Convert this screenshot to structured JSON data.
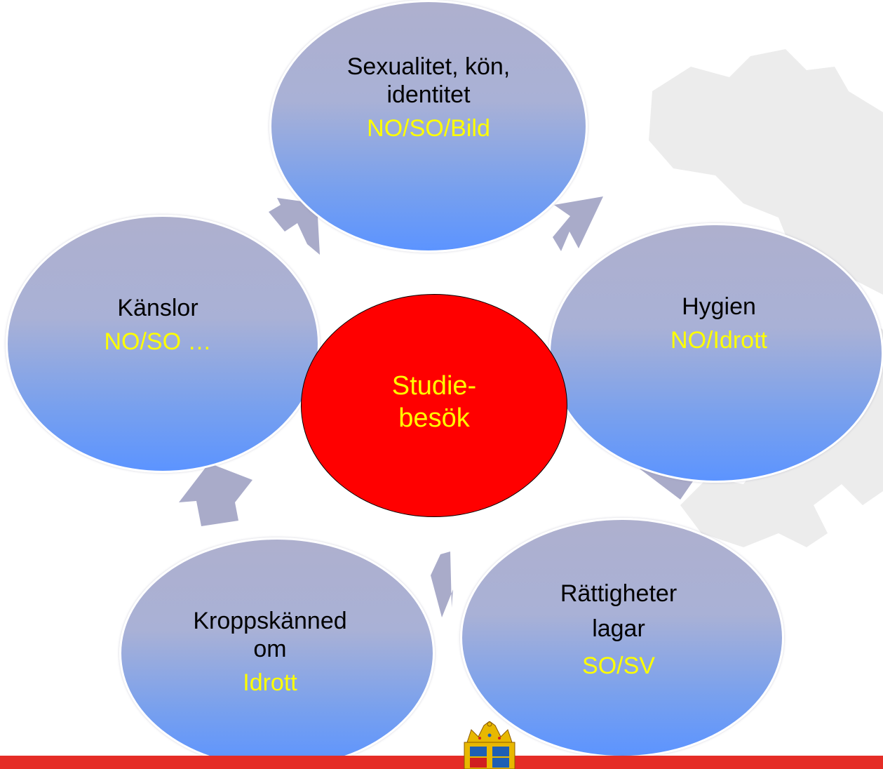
{
  "diagram": {
    "center": {
      "label": "Studie-\nbesök",
      "color": "#ff0000",
      "text_color": "#ffff00"
    },
    "nodes": [
      {
        "id": "sexualitet",
        "title": "Sexualitet, kön,\nidentitet",
        "subject": "NO/SO/Bild"
      },
      {
        "id": "hygien",
        "title": "Hygien",
        "subject": "NO/Idrott"
      },
      {
        "id": "rattigheter",
        "title": "Rättigheter\nlagar",
        "subject": "SO/SV"
      },
      {
        "id": "kroppskannedom",
        "title": "Kroppskänned\nom",
        "subject": "Idrott"
      },
      {
        "id": "kanslor",
        "title": "Känslor",
        "subject": "NO/SO …"
      }
    ],
    "colors": {
      "bubble_top": "#aeb0ce",
      "bubble_bottom": "#5c94ff",
      "arrow": "#a9abc9",
      "subject_text": "#ffff00",
      "footer_bar": "#e52d26"
    }
  },
  "footer": {
    "emblem_icon": "swedish-crown-emblem"
  }
}
